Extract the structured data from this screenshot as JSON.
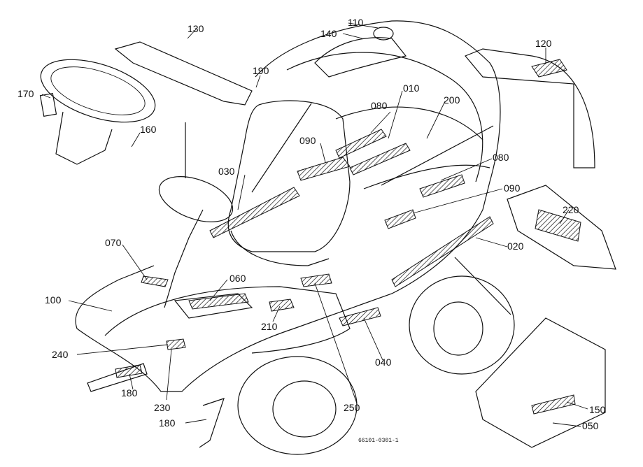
{
  "labels": {
    "l130": "130",
    "l110": "110",
    "l140": "140",
    "l190": "190",
    "l170": "170",
    "l160": "160",
    "l010": "010",
    "l080a": "080",
    "l090a": "090",
    "l030": "030",
    "l200": "200",
    "l120": "120",
    "l080b": "080",
    "l090b": "090",
    "l220": "220",
    "l020": "020",
    "l070": "070",
    "l060": "060",
    "l100": "100",
    "l210": "210",
    "l040": "040",
    "l240": "240",
    "l180a": "180",
    "l230": "230",
    "l250": "250",
    "l180b": "180",
    "l150": "150",
    "l050": "050"
  },
  "drawing_code": "66101-0301-1"
}
